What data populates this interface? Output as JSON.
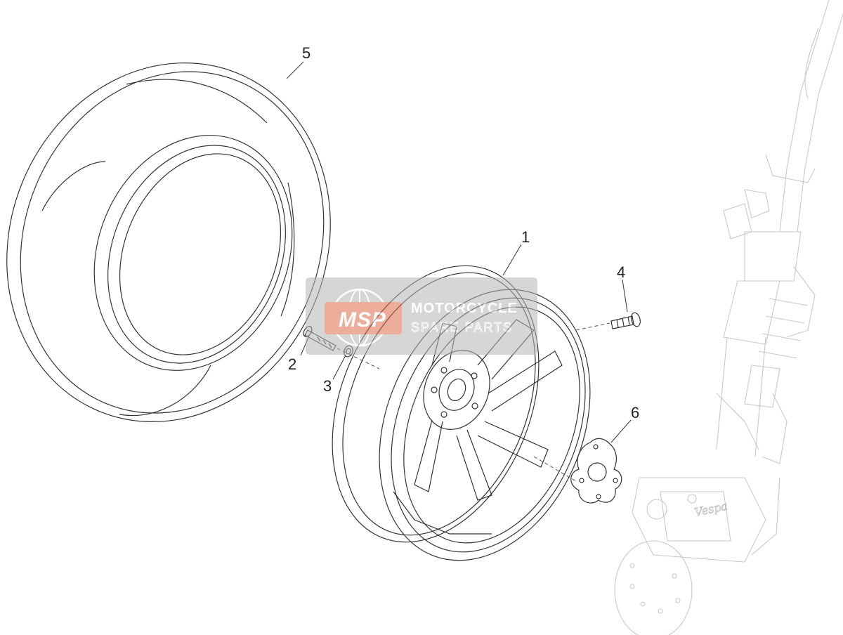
{
  "callouts": {
    "c1": "1",
    "c2": "2",
    "c3": "3",
    "c4": "4",
    "c5": "5",
    "c6": "6"
  },
  "watermark": {
    "logo": "MSP",
    "line1": "MOTORCYCLE",
    "line2": "SPARE PARTS"
  },
  "caliper_logo": "Vespa",
  "colors": {
    "line": "#333333",
    "faint": "#c9c9c9",
    "watermark_bg": "#b5b5b5",
    "watermark_accent": "#e06b4a"
  }
}
